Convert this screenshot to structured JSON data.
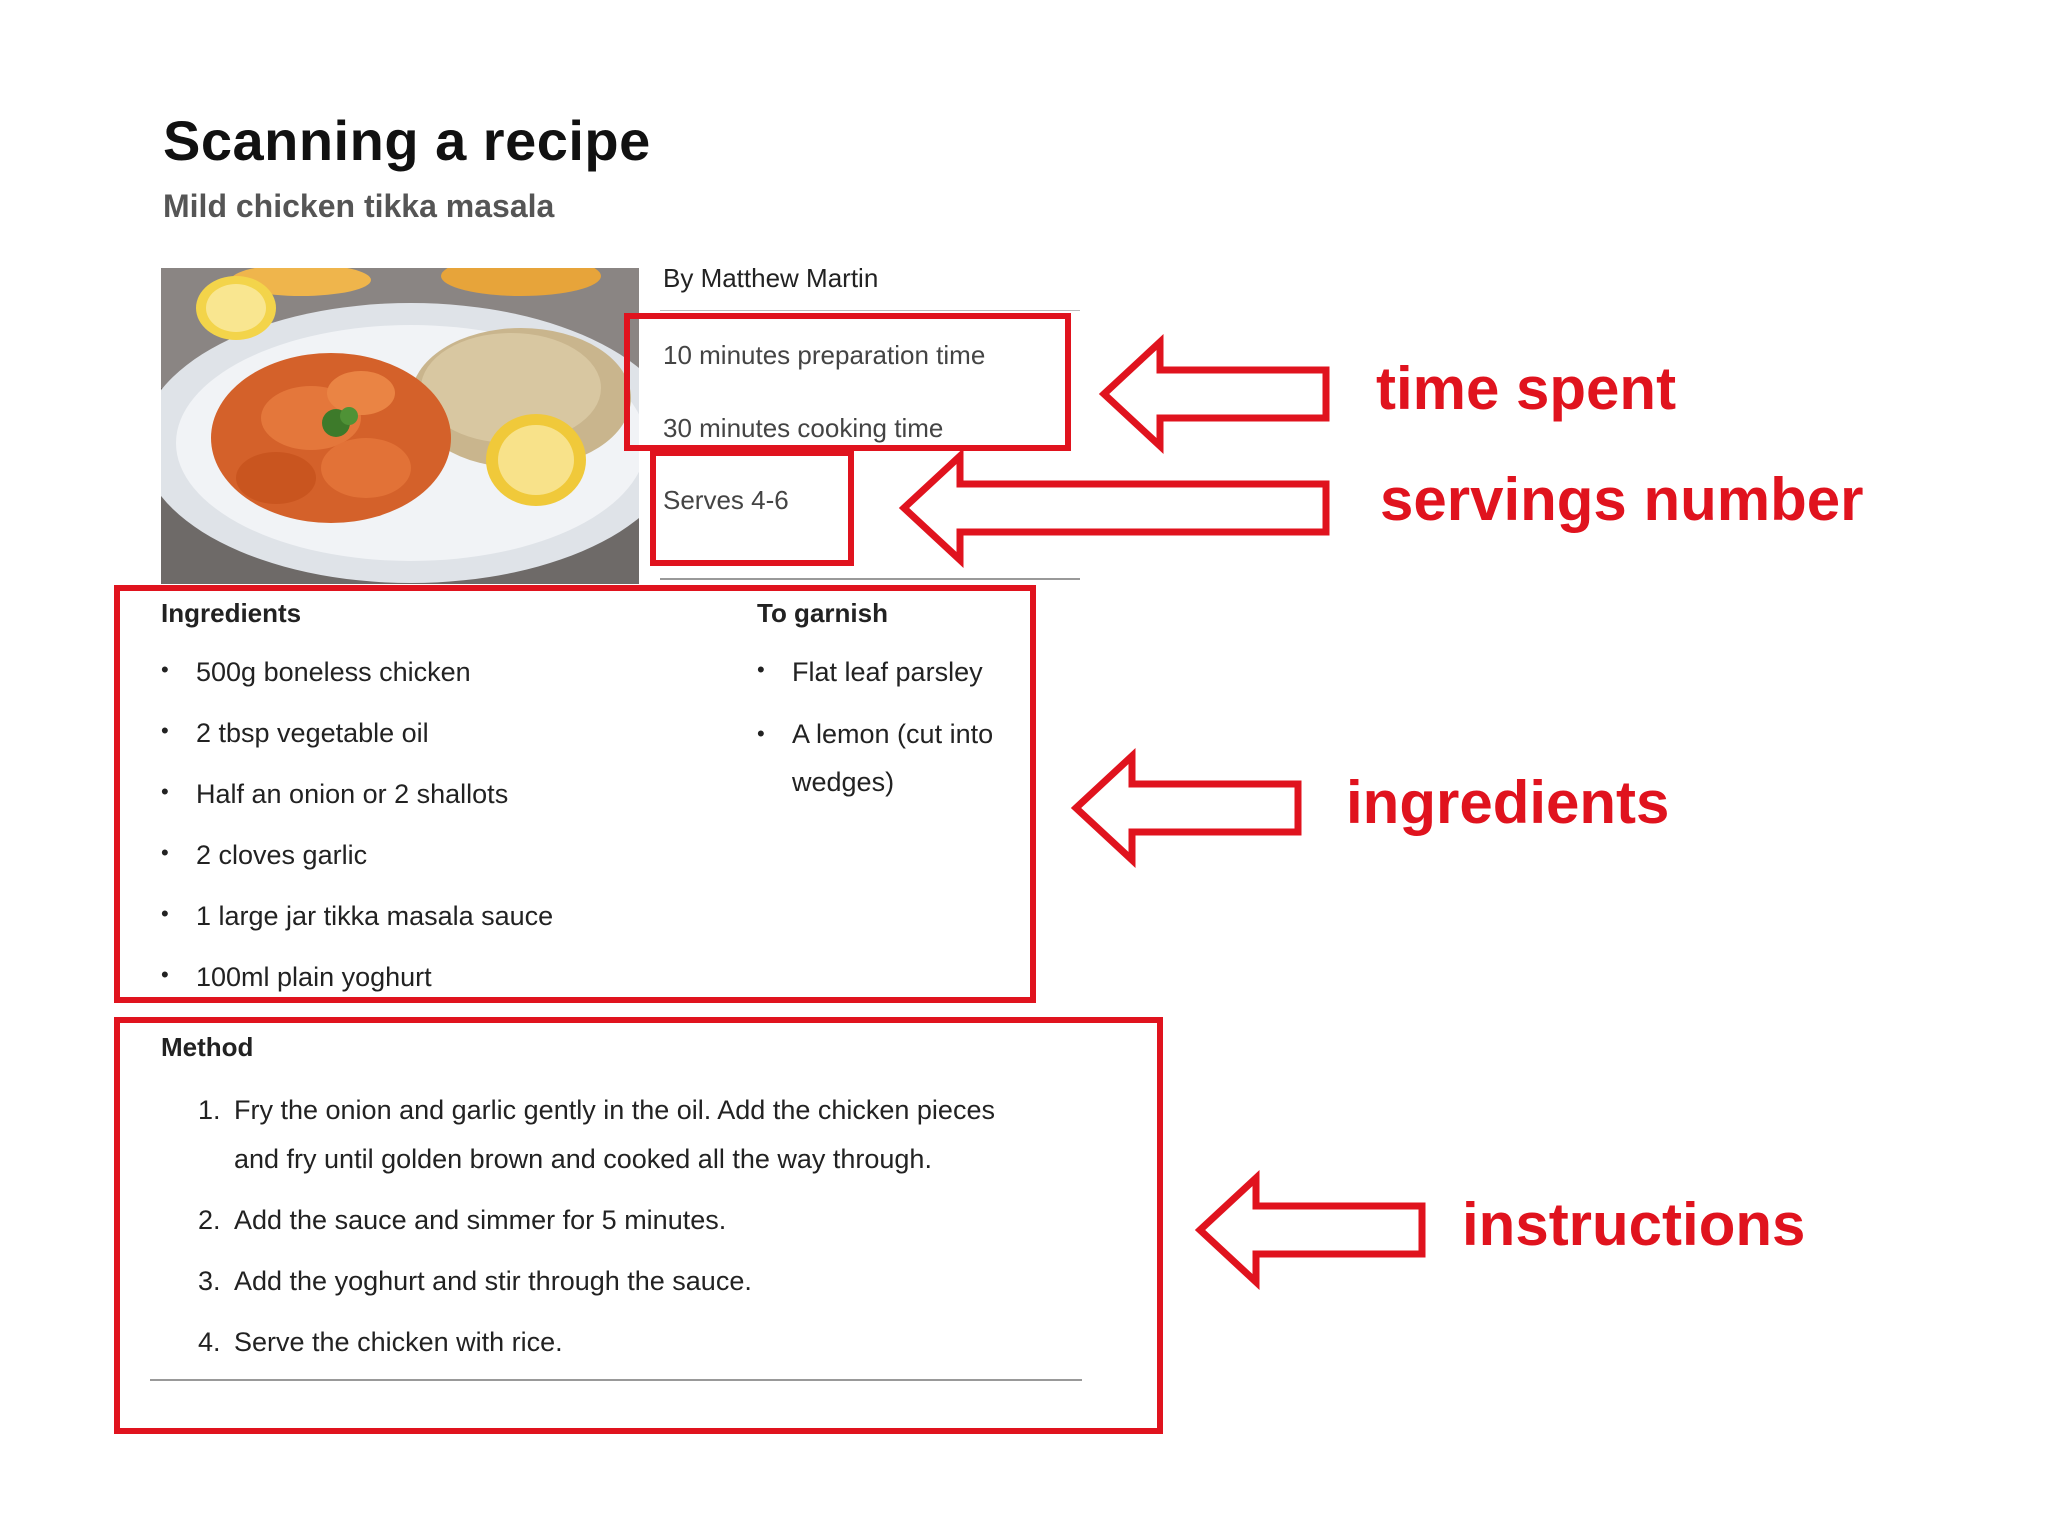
{
  "header": {
    "title": "Scanning a recipe",
    "subtitle": "Mild chicken tikka masala"
  },
  "recipe": {
    "author": "By Matthew Martin",
    "prep_time": "10 minutes preparation time",
    "cook_time": "30 minutes cooking time",
    "serves": "Serves 4-6",
    "ingredients_heading": "Ingredients",
    "ingredients": [
      "500g boneless chicken",
      "2 tbsp vegetable oil",
      "Half an onion or 2 shallots",
      "2 cloves garlic",
      "1 large jar tikka masala sauce",
      "100ml plain yoghurt"
    ],
    "garnish_heading": "To garnish",
    "garnish": [
      "Flat leaf parsley",
      "A lemon (cut into wedges)"
    ],
    "method_heading": "Method",
    "method": [
      {
        "num": "1.",
        "text": "Fry the onion and garlic gently in the oil. Add the chicken pieces and fry until golden brown and cooked all the way through."
      },
      {
        "num": "2.",
        "text": "Add the sauce and simmer for 5 minutes."
      },
      {
        "num": "3.",
        "text": "Add the yoghurt and stir through the sauce."
      },
      {
        "num": "4.",
        "text": "Serve the chicken with rice."
      }
    ]
  },
  "annotations": {
    "time": "time spent",
    "servings": "servings number",
    "ingredients": "ingredients",
    "instructions": "instructions",
    "highlight_color": "#e0131e"
  }
}
